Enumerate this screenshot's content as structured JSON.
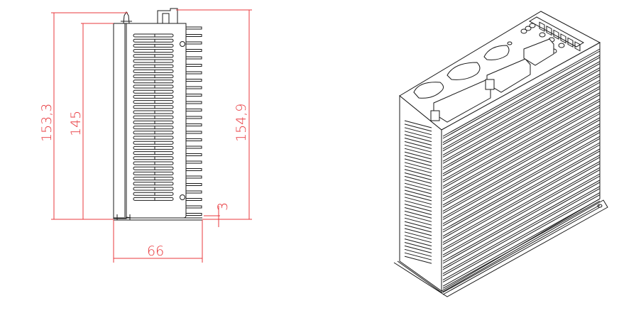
{
  "drawing": {
    "title": "Servo drive outline drawing",
    "views": [
      "side-view",
      "isometric-view"
    ],
    "colors": {
      "dimension": "#e8383d",
      "outline": "#1a1a1a",
      "background": "#ffffff"
    }
  },
  "dimensions": {
    "overall_height_left": "153,3",
    "body_height": "145",
    "overall_height_right": "154,9",
    "foot_offset": "3",
    "depth": "66"
  }
}
